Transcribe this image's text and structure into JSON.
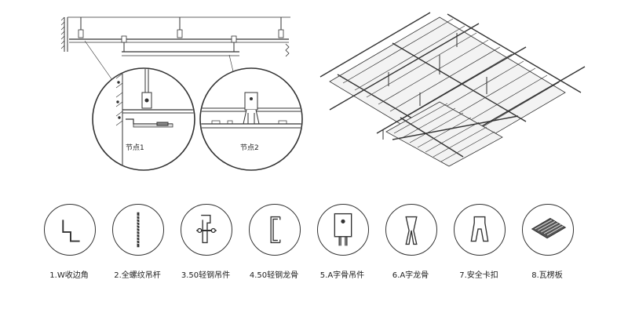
{
  "details": {
    "node1_label": "节点1",
    "node2_label": "节点2"
  },
  "parts": [
    {
      "label": "1.W收边角",
      "icon": "w-edge-angle-icon"
    },
    {
      "label": "2.全螺纹吊杆",
      "icon": "threaded-rod-icon"
    },
    {
      "label": "3.50轻钢吊件",
      "icon": "light-steel-hanger-icon"
    },
    {
      "label": "4.50轻钢龙骨",
      "icon": "light-steel-keel-icon"
    },
    {
      "label": "5.A字骨吊件",
      "icon": "a-frame-hanger-icon"
    },
    {
      "label": "6.A字龙骨",
      "icon": "a-frame-keel-icon"
    },
    {
      "label": "7.安全卡扣",
      "icon": "safety-clip-icon"
    },
    {
      "label": "8.瓦楞板",
      "icon": "corrugated-panel-icon"
    }
  ]
}
